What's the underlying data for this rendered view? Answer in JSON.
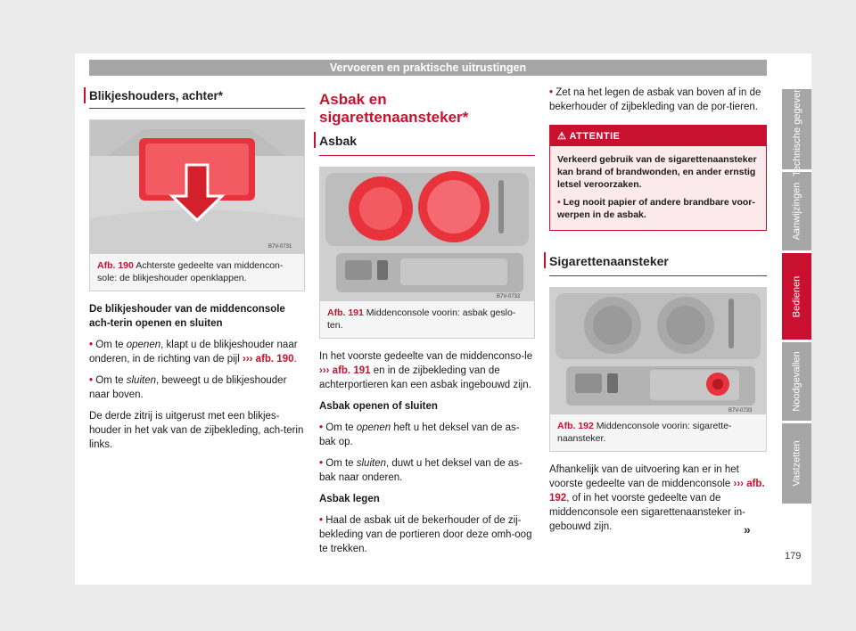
{
  "header": {
    "title": "Vervoeren en praktische uitrustingen"
  },
  "col1": {
    "section_title": "Blikjeshouders, achter*",
    "figure": {
      "code": "B7V-0731",
      "label": "Afb. 190",
      "caption": "Achterste gedeelte van middencon-sole: de blikjeshouder openklappen."
    },
    "heading": "De blikjeshouder van de middenconsole ach-terin openen en sluiten",
    "bullet1_pre": "Om te ",
    "bullet1_em": "openen",
    "bullet1_post": ", klapt u de blikjeshouder naar onderen, in de richting van de pijl",
    "bullet1_ref": "››› afb. 190",
    "bullet1_end": ".",
    "bullet2_pre": "Om te ",
    "bullet2_em": "sluiten",
    "bullet2_post": ", beweegt u de blikjeshouder naar boven.",
    "para": "De derde zitrij is uitgerust met een blikjes-houder in het vak van de zijbekleding, ach-terin links."
  },
  "col2": {
    "title": "Asbak en sigarettenaansteker*",
    "subtitle": "Asbak",
    "figure": {
      "code": "B7V-0732",
      "label": "Afb. 191",
      "caption": "Middenconsole voorin: asbak geslo-ten."
    },
    "para_pre": "In het voorste gedeelte van de middenconso-le ",
    "para_ref": "››› afb. 191",
    "para_post": " en in de zijbekleding van de achterportieren kan een asbak ingebouwd zijn.",
    "heading1": "Asbak openen of sluiten",
    "b1_pre": "Om te ",
    "b1_em": "openen",
    "b1_post": " heft u het deksel van de as-bak op.",
    "b2_pre": "Om te ",
    "b2_em": "sluiten",
    "b2_post": ", duwt u het deksel van de as-bak naar onderen.",
    "heading2": "Asbak legen",
    "b3": "Haal de asbak uit de bekerhouder of de zij-bekleding van de portieren door deze omh-oog te trekken."
  },
  "col3": {
    "b1": "Zet na het legen de asbak van boven af in de bekerhouder of zijbekleding van de por-tieren.",
    "warning": {
      "label": "ATTENTIE",
      "text": "Verkeerd gebruik van de sigarettenaansteker kan brand of brandwonden, en ander ernstig letsel veroorzaken.",
      "bullet": "Leg nooit papier of andere brandbare voor-werpen in de asbak."
    },
    "section_title": "Sigarettenaansteker",
    "figure": {
      "code": "B7V-0733",
      "label": "Afb. 192",
      "caption": "Middenconsole voorin: sigarette-naansteker."
    },
    "para_pre": "Afhankelijk van de uitvoering kan er in het voorste gedeelte van de middenconsole ",
    "para_ref": "››› afb. 192",
    "para_post": ", of in het voorste gedeelte van de middenconsole een sigarettenaansteker in-gebouwd zijn."
  },
  "side_tabs": [
    "Technische gegevens",
    "Aanwijzingen",
    "Bedienen",
    "Noodgevallen",
    "Vastzetten"
  ],
  "active_tab": "Bedienen",
  "more_arrow": "»",
  "page_number": "179",
  "colors": {
    "accent": "#c9102e",
    "tab_gray": "#a6a6a6"
  }
}
